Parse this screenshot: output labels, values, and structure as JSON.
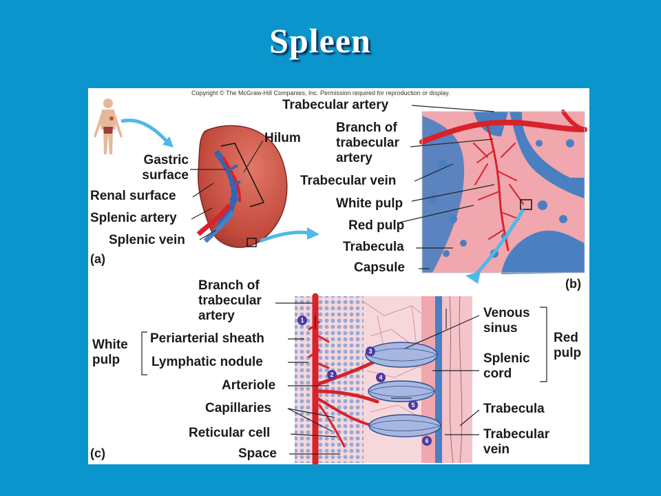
{
  "title": "Spleen",
  "copyright": "Copyright © The McGraw-Hill Companies, Inc. Permission required for reproduction or display.",
  "panel_a": {
    "tag": "(a)",
    "labels": {
      "hilum": "Hilum",
      "gastric_surface": "Gastric surface",
      "renal_surface": "Renal surface",
      "splenic_artery": "Splenic artery",
      "splenic_vein": "Splenic vein"
    }
  },
  "panel_b": {
    "tag": "(b)",
    "labels": {
      "trabecular_artery": "Trabecular artery",
      "branch_of_trabecular_artery": "Branch of trabecular artery",
      "trabecular_vein": "Trabecular vein",
      "white_pulp": "White pulp",
      "red_pulp": "Red pulp",
      "trabecula": "Trabecula",
      "capsule": "Capsule"
    }
  },
  "panel_c": {
    "tag": "(c)",
    "labels": {
      "branch_of_trabecular_artery": "Branch of trabecular artery",
      "white_pulp": "White pulp",
      "periarterial_sheath": "Periarterial sheath",
      "lymphatic_nodule": "Lymphatic nodule",
      "arteriole": "Arteriole",
      "capillaries": "Capillaries",
      "reticular_cell": "Reticular cell",
      "space": "Space",
      "venous_sinus": "Venous sinus",
      "red_pulp": "Red pulp",
      "splenic_cord": "Splenic cord",
      "trabecula": "Trabecula",
      "trabecular_vein": "Trabecular vein"
    },
    "steps": [
      "1",
      "2",
      "3",
      "4",
      "5",
      "6"
    ]
  },
  "colors": {
    "background": "#0a96cc",
    "spleen_surface": "#c95445",
    "red_pulp": "#f0a7ae",
    "vein_blue": "#4a7fc2",
    "artery_red": "#d8222a",
    "arrow_blue": "#4fb8ec"
  }
}
